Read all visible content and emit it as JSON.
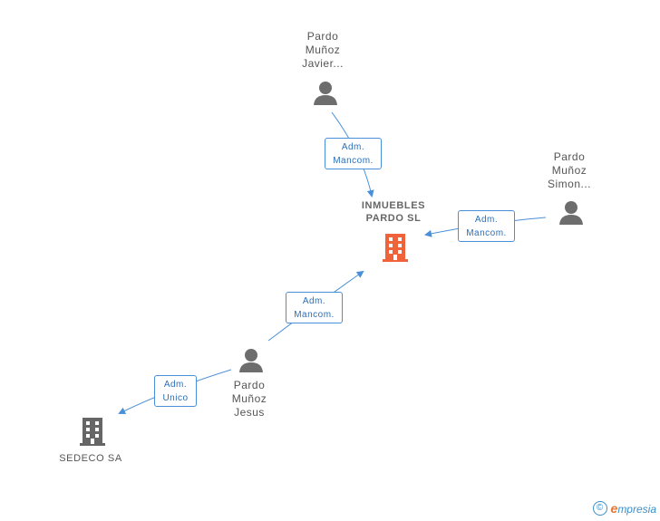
{
  "nodes": {
    "javier": {
      "name_lines": [
        "Pardo",
        "Muñoz",
        "Javier..."
      ],
      "icon": "person-icon"
    },
    "simon": {
      "name_lines": [
        "Pardo",
        "Muñoz",
        "Simon..."
      ],
      "icon": "person-icon"
    },
    "jesus": {
      "name_lines": [
        "Pardo",
        "Muñoz",
        "Jesus"
      ],
      "icon": "person-icon"
    },
    "main_company": {
      "name_lines": [
        "INMUEBLES",
        "PARDO SL"
      ],
      "icon": "building-icon",
      "color": "#f0633a"
    },
    "sedeco": {
      "name": "SEDECO SA",
      "icon": "building-icon",
      "color": "#666666"
    }
  },
  "edges": {
    "javier_main": {
      "lines": [
        "Adm.",
        "Mancom."
      ]
    },
    "simon_main": {
      "lines": [
        "Adm.",
        "Mancom."
      ]
    },
    "jesus_main": {
      "lines": [
        "Adm.",
        "Mancom."
      ]
    },
    "jesus_sedeco": {
      "lines": [
        "Adm.",
        "Unico"
      ]
    }
  },
  "colors": {
    "edge": "#4a90d9",
    "person": "#6d6d6d",
    "accent": "#f0633a"
  },
  "footer": {
    "copyright": "©",
    "brand_initial": "e",
    "brand_rest": "mpresia"
  }
}
